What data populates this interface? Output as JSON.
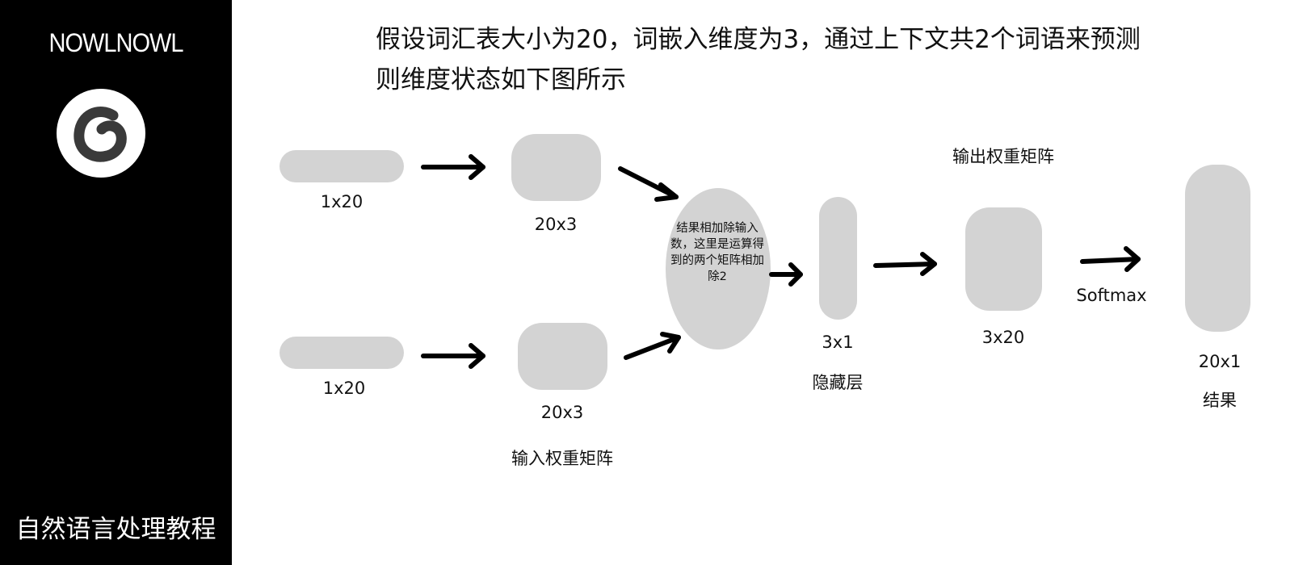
{
  "sidebar": {
    "brand": "NOWLNOWL",
    "logo_icon": "spiral-logo-icon",
    "course_title": "自然语言处理教程"
  },
  "heading": {
    "line1": "假设词汇表大小为20，词嵌入维度为3，通过上下文共2个词语来预测",
    "line2": "则维度状态如下图所示"
  },
  "diagram": {
    "input_top_dim": "1x20",
    "input_bottom_dim": "1x20",
    "embed_top_dim": "20x3",
    "embed_bottom_dim": "20x3",
    "input_weight_label": "输入权重矩阵",
    "oval_text": "结果相加除输入数，这里是运算得到的两个矩阵相加除2",
    "hidden_dim": "3x1",
    "hidden_label": "隐藏层",
    "output_weight_label": "输出权重矩阵",
    "output_weight_dim": "3x20",
    "softmax_label": "Softmax",
    "result_dim": "20x1",
    "result_label": "结果",
    "box_color": "#d3d3d3"
  }
}
